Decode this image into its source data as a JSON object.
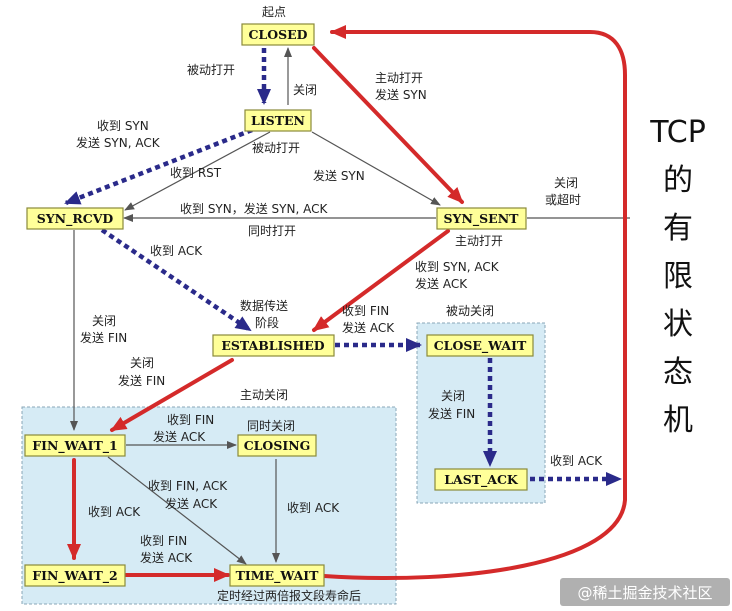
{
  "states": {
    "closed": "CLOSED",
    "listen": "LISTEN",
    "syn_rcvd": "SYN_RCVD",
    "syn_sent": "SYN_SENT",
    "established": "ESTABLISHED",
    "close_wait": "CLOSE_WAIT",
    "last_ack": "LAST_ACK",
    "fin_wait_1": "FIN_WAIT_1",
    "closing": "CLOSING",
    "fin_wait_2": "FIN_WAIT_2",
    "time_wait": "TIME_WAIT"
  },
  "labels": {
    "start": "起点",
    "passive_open": "被动打开",
    "close_listen": "关闭",
    "active_open_send_syn_1": "主动打开",
    "active_open_send_syn_2": "发送 SYN",
    "recv_syn_send_synack_1": "收到 SYN",
    "recv_syn_send_synack_2": "发送 SYN, ACK",
    "passive_open_2": "被动打开",
    "recv_rst": "收到 RST",
    "send_syn": "发送 SYN",
    "close_or_timeout_1": "关闭",
    "close_or_timeout_2": "或超时",
    "simul_open_1": "收到 SYN，发送 SYN, ACK",
    "simul_open_2": "同时打开",
    "active_open_3": "主动打开",
    "recv_ack": "收到 ACK",
    "recv_synack_send_ack_1": "收到 SYN, ACK",
    "recv_synack_send_ack_2": "发送 ACK",
    "data_transfer_1": "数据传送",
    "data_transfer_2": "阶段",
    "recv_fin_send_ack_1": "收到 FIN",
    "recv_fin_send_ack_2": "发送 ACK",
    "passive_close": "被动关闭",
    "rcvd_close_send_fin_1": "关闭",
    "rcvd_close_send_fin_2": "发送 FIN",
    "est_close_send_fin_1": "关闭",
    "est_close_send_fin_2": "发送 FIN",
    "active_close": "主动关闭",
    "cw_close_send_fin_1": "关闭",
    "cw_close_send_fin_2": "发送 FIN",
    "fw1_recv_fin_1": "收到 FIN",
    "fw1_recv_fin_2": "发送 ACK",
    "simul_close": "同时关闭",
    "lastack_recv_ack": "收到 ACK",
    "fw1_recv_finack_1": "收到 FIN, ACK",
    "fw1_recv_finack_2": "发送 ACK",
    "closing_recv_ack": "收到 ACK",
    "fw1_recv_ack": "收到 ACK",
    "fw2_recv_fin_1": "收到 FIN",
    "fw2_recv_fin_2": "发送 ACK",
    "timeout_2msl": "定时经过两倍报文段寿命后"
  },
  "title_chars": [
    "TCP",
    "的",
    "有",
    "限",
    "状",
    "态",
    "机"
  ],
  "watermark": "@稀土掘金技术社区",
  "colors": {
    "state_fill": "#ffff99",
    "region_fill": "#d6ebf5",
    "client_path": "#d42a2a",
    "server_path": "#2a2a8a",
    "other_path": "#555555"
  }
}
